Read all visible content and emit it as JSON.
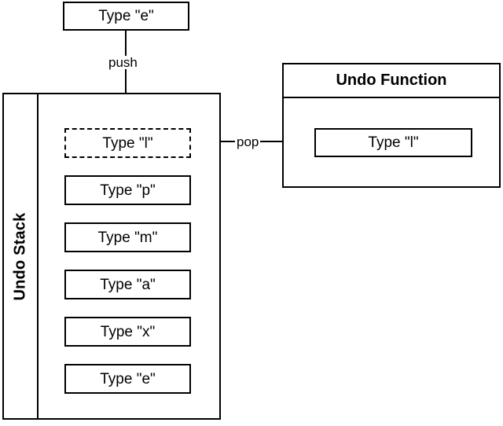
{
  "diagram": {
    "title": "Undo Stack and Undo Function",
    "background_color": "#ffffff",
    "stroke_color": "#000000"
  },
  "input_node": {
    "label": "Type \"e\""
  },
  "edges": {
    "push": "push",
    "pop": "pop"
  },
  "undo_stack": {
    "label": "Undo Stack",
    "items": [
      {
        "label": "Type \"l\"",
        "style": "dashed"
      },
      {
        "label": "Type \"p\"",
        "style": "solid"
      },
      {
        "label": "Type \"m\"",
        "style": "solid"
      },
      {
        "label": "Type \"a\"",
        "style": "solid"
      },
      {
        "label": "Type \"x\"",
        "style": "solid"
      },
      {
        "label": "Type \"e\"",
        "style": "solid"
      }
    ]
  },
  "undo_function": {
    "title": "Undo Function",
    "popped_item": {
      "label": "Type \"l\""
    }
  }
}
